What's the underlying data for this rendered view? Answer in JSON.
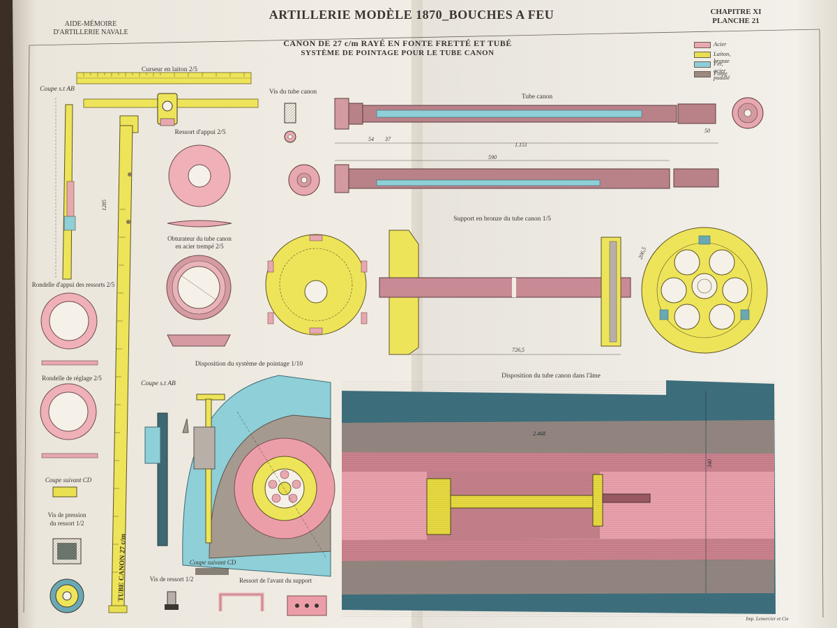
{
  "header": {
    "left_line1": "AIDE-MÉMOIRE",
    "left_line2": "D'ARTILLERIE NAVALE",
    "title": "ARTILLERIE MODÈLE 1870_BOUCHES A FEU",
    "right_line1": "CHAPITRE XI",
    "right_line2": "PLANCHE 21"
  },
  "subtitle": {
    "line1": "CANON DE 27 c/m RAYÉ EN FONTE FRETTÉ ET TUBÉ",
    "line2": "SYSTÈME DE POINTAGE POUR LE TUBE CANON"
  },
  "legend": [
    {
      "label": "Acier",
      "color": "#e8a8b0"
    },
    {
      "label": "Laiton, bronze",
      "color": "#e8e050"
    },
    {
      "label": "Fer, acier puddlé",
      "color": "#8ecfd8"
    },
    {
      "label": "Fonte",
      "color": "#9a8a80"
    }
  ],
  "captions": {
    "curseur": "Curseur en laiton 2/5",
    "coupe_ab_top": "Coupe s.t AB",
    "vis_tube": "Vis du tube canon",
    "tube_canon": "Tube canon",
    "ressort_appui": "Ressort d'appui 2/5",
    "obturateur_l1": "Obturateur du tube canon",
    "obturateur_l2": "en acier trempé 2/5",
    "rondelle_appui": "Rondelle d'appui des ressorts 2/5",
    "rondelle_reglage": "Rondelle de réglage 2/5",
    "coupe_cd_left": "Coupe suivant CD",
    "vis_pression_l1": "Vis de pression",
    "vis_pression_l2": "du ressort 1/2",
    "support": "Support en bronze du tube canon 1/5",
    "disposition_pointage": "Disposition du système de pointage 1/10",
    "coupe_ab_mid": "Coupe s.t AB",
    "disposition_tube": "Disposition du tube canon dans l'âme",
    "coupe_cd_bottom": "Coupe suivant CD",
    "vis_ressort": "Vis de ressort 1/2",
    "ressort_avant": "Ressort de l'avant du support",
    "ruler_text": "TUBE CANON 27 c/m",
    "imprint": "Imp. Lemercier et Cie"
  },
  "dimensions": {
    "tube_a": "54",
    "tube_b": "37",
    "tube_c": "1.151",
    "tube_d": "590",
    "tube_e": "50",
    "support_len": "726,5",
    "support_h": "206,5",
    "bore_len": "2.468",
    "bore_dia": "340",
    "ruler_len": "1285"
  }
}
